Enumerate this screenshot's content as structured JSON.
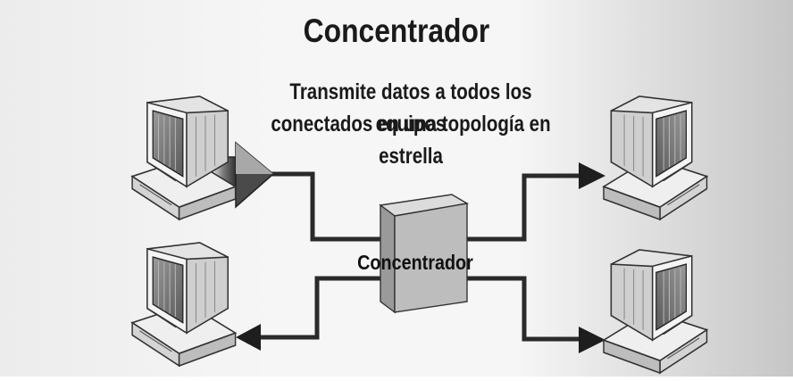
{
  "diagram": {
    "title": "Concentrador",
    "subtitle_line1": "Transmite datos a todos los equipos",
    "subtitle_line2": "conectados en una topología en estrella",
    "hub_label": "Concentrador"
  },
  "colors": {
    "background_light": "#f2f2f2",
    "background_dark": "#c8c8c8",
    "line": "#2a2a2a",
    "hub_front": "#bdbdbd",
    "hub_side": "#8e8e8e",
    "hub_top": "#dcdcdc",
    "computer_body": "#e6e6e6",
    "screen": "#7a7a7a"
  },
  "icons": {
    "computer": "desktop-computer-icon",
    "hub": "hub-box-icon",
    "arrow": "arrow-icon"
  }
}
